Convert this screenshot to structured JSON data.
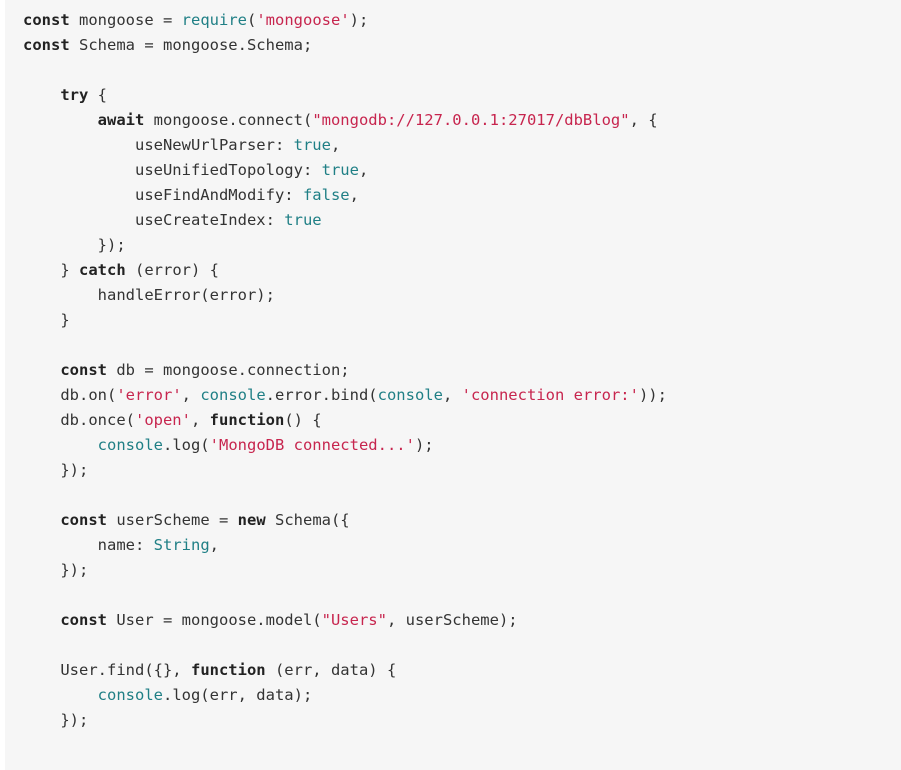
{
  "code": {
    "lines": [
      [
        {
          "t": "const",
          "c": "kw"
        },
        {
          "t": " mongoose = ",
          "c": "pl"
        },
        {
          "t": "require",
          "c": "blt"
        },
        {
          "t": "(",
          "c": "pl"
        },
        {
          "t": "'mongoose'",
          "c": "str"
        },
        {
          "t": ");",
          "c": "pl"
        }
      ],
      [
        {
          "t": "const",
          "c": "kw"
        },
        {
          "t": " Schema = mongoose.Schema;",
          "c": "pl"
        }
      ],
      [],
      [
        {
          "t": "    ",
          "c": "pl"
        },
        {
          "t": "try",
          "c": "kw"
        },
        {
          "t": " {",
          "c": "pl"
        }
      ],
      [
        {
          "t": "        ",
          "c": "pl"
        },
        {
          "t": "await",
          "c": "kw"
        },
        {
          "t": " mongoose.connect(",
          "c": "pl"
        },
        {
          "t": "\"mongodb://127.0.0.1:27017/dbBlog\"",
          "c": "str"
        },
        {
          "t": ", {",
          "c": "pl"
        }
      ],
      [
        {
          "t": "            useNewUrlParser: ",
          "c": "pl"
        },
        {
          "t": "true",
          "c": "lit"
        },
        {
          "t": ",",
          "c": "pl"
        }
      ],
      [
        {
          "t": "            useUnifiedTopology: ",
          "c": "pl"
        },
        {
          "t": "true",
          "c": "lit"
        },
        {
          "t": ",",
          "c": "pl"
        }
      ],
      [
        {
          "t": "            useFindAndModify: ",
          "c": "pl"
        },
        {
          "t": "false",
          "c": "lit"
        },
        {
          "t": ",",
          "c": "pl"
        }
      ],
      [
        {
          "t": "            useCreateIndex: ",
          "c": "pl"
        },
        {
          "t": "true",
          "c": "lit"
        }
      ],
      [
        {
          "t": "        });",
          "c": "pl"
        }
      ],
      [
        {
          "t": "    } ",
          "c": "pl"
        },
        {
          "t": "catch",
          "c": "kw"
        },
        {
          "t": " (error) {",
          "c": "pl"
        }
      ],
      [
        {
          "t": "        handleError(error);",
          "c": "pl"
        }
      ],
      [
        {
          "t": "    }",
          "c": "pl"
        }
      ],
      [],
      [
        {
          "t": "    ",
          "c": "pl"
        },
        {
          "t": "const",
          "c": "kw"
        },
        {
          "t": " db = mongoose.connection;",
          "c": "pl"
        }
      ],
      [
        {
          "t": "    db.on(",
          "c": "pl"
        },
        {
          "t": "'error'",
          "c": "str"
        },
        {
          "t": ", ",
          "c": "pl"
        },
        {
          "t": "console",
          "c": "blt"
        },
        {
          "t": ".error.bind(",
          "c": "pl"
        },
        {
          "t": "console",
          "c": "blt"
        },
        {
          "t": ", ",
          "c": "pl"
        },
        {
          "t": "'connection error:'",
          "c": "str"
        },
        {
          "t": "));",
          "c": "pl"
        }
      ],
      [
        {
          "t": "    db.once(",
          "c": "pl"
        },
        {
          "t": "'open'",
          "c": "str"
        },
        {
          "t": ", ",
          "c": "pl"
        },
        {
          "t": "function",
          "c": "kw"
        },
        {
          "t": "() {",
          "c": "pl"
        }
      ],
      [
        {
          "t": "        ",
          "c": "pl"
        },
        {
          "t": "console",
          "c": "blt"
        },
        {
          "t": ".log(",
          "c": "pl"
        },
        {
          "t": "'MongoDB connected...'",
          "c": "str"
        },
        {
          "t": ");",
          "c": "pl"
        }
      ],
      [
        {
          "t": "    });",
          "c": "pl"
        }
      ],
      [],
      [
        {
          "t": "    ",
          "c": "pl"
        },
        {
          "t": "const",
          "c": "kw"
        },
        {
          "t": " userScheme = ",
          "c": "pl"
        },
        {
          "t": "new",
          "c": "kw"
        },
        {
          "t": " Schema({",
          "c": "pl"
        }
      ],
      [
        {
          "t": "        name: ",
          "c": "pl"
        },
        {
          "t": "String",
          "c": "blt"
        },
        {
          "t": ",",
          "c": "pl"
        }
      ],
      [
        {
          "t": "    });",
          "c": "pl"
        }
      ],
      [],
      [
        {
          "t": "    ",
          "c": "pl"
        },
        {
          "t": "const",
          "c": "kw"
        },
        {
          "t": " User = mongoose.model(",
          "c": "pl"
        },
        {
          "t": "\"Users\"",
          "c": "str"
        },
        {
          "t": ", userScheme);",
          "c": "pl"
        }
      ],
      [],
      [
        {
          "t": "    User.find({}, ",
          "c": "pl"
        },
        {
          "t": "function",
          "c": "kw"
        },
        {
          "t": " (err, data) {",
          "c": "pl"
        }
      ],
      [
        {
          "t": "        ",
          "c": "pl"
        },
        {
          "t": "console",
          "c": "blt"
        },
        {
          "t": ".log(err, data);",
          "c": "pl"
        }
      ],
      [
        {
          "t": "    });",
          "c": "pl"
        }
      ]
    ]
  }
}
